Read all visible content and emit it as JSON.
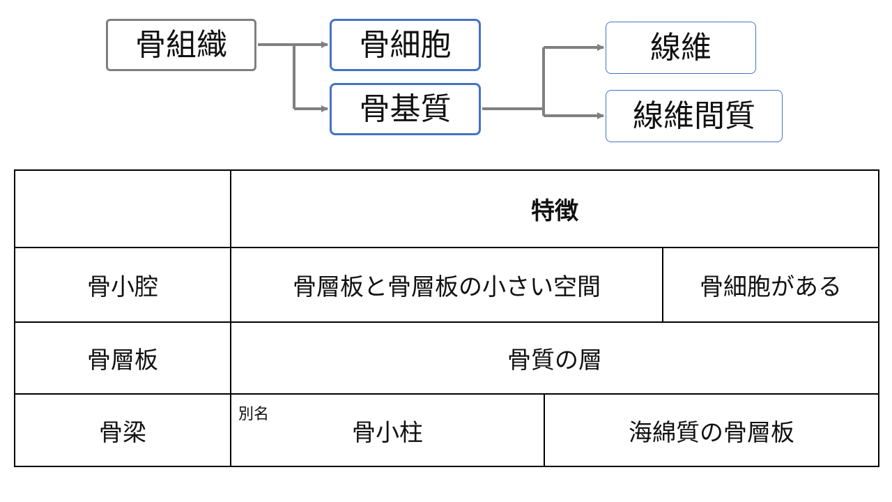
{
  "diagram": {
    "root": "骨組織",
    "cell": "骨細胞",
    "matrix": "骨基質",
    "fiber": "線維",
    "interfiber": "線維間質"
  },
  "table": {
    "header": "特徴",
    "rows": [
      {
        "term": "骨小腔",
        "feature": "骨層板と骨層板の小さい空間",
        "extra": "骨細胞がある"
      },
      {
        "term": "骨層板",
        "feature": "骨質の層"
      },
      {
        "term": "骨梁",
        "alias_label": "別名",
        "feature": "骨小柱",
        "extra": "海綿質の骨層板"
      }
    ]
  },
  "colors": {
    "blue_border": "#4472c4",
    "gray_border": "#7f7f7f",
    "connector": "#808080"
  }
}
